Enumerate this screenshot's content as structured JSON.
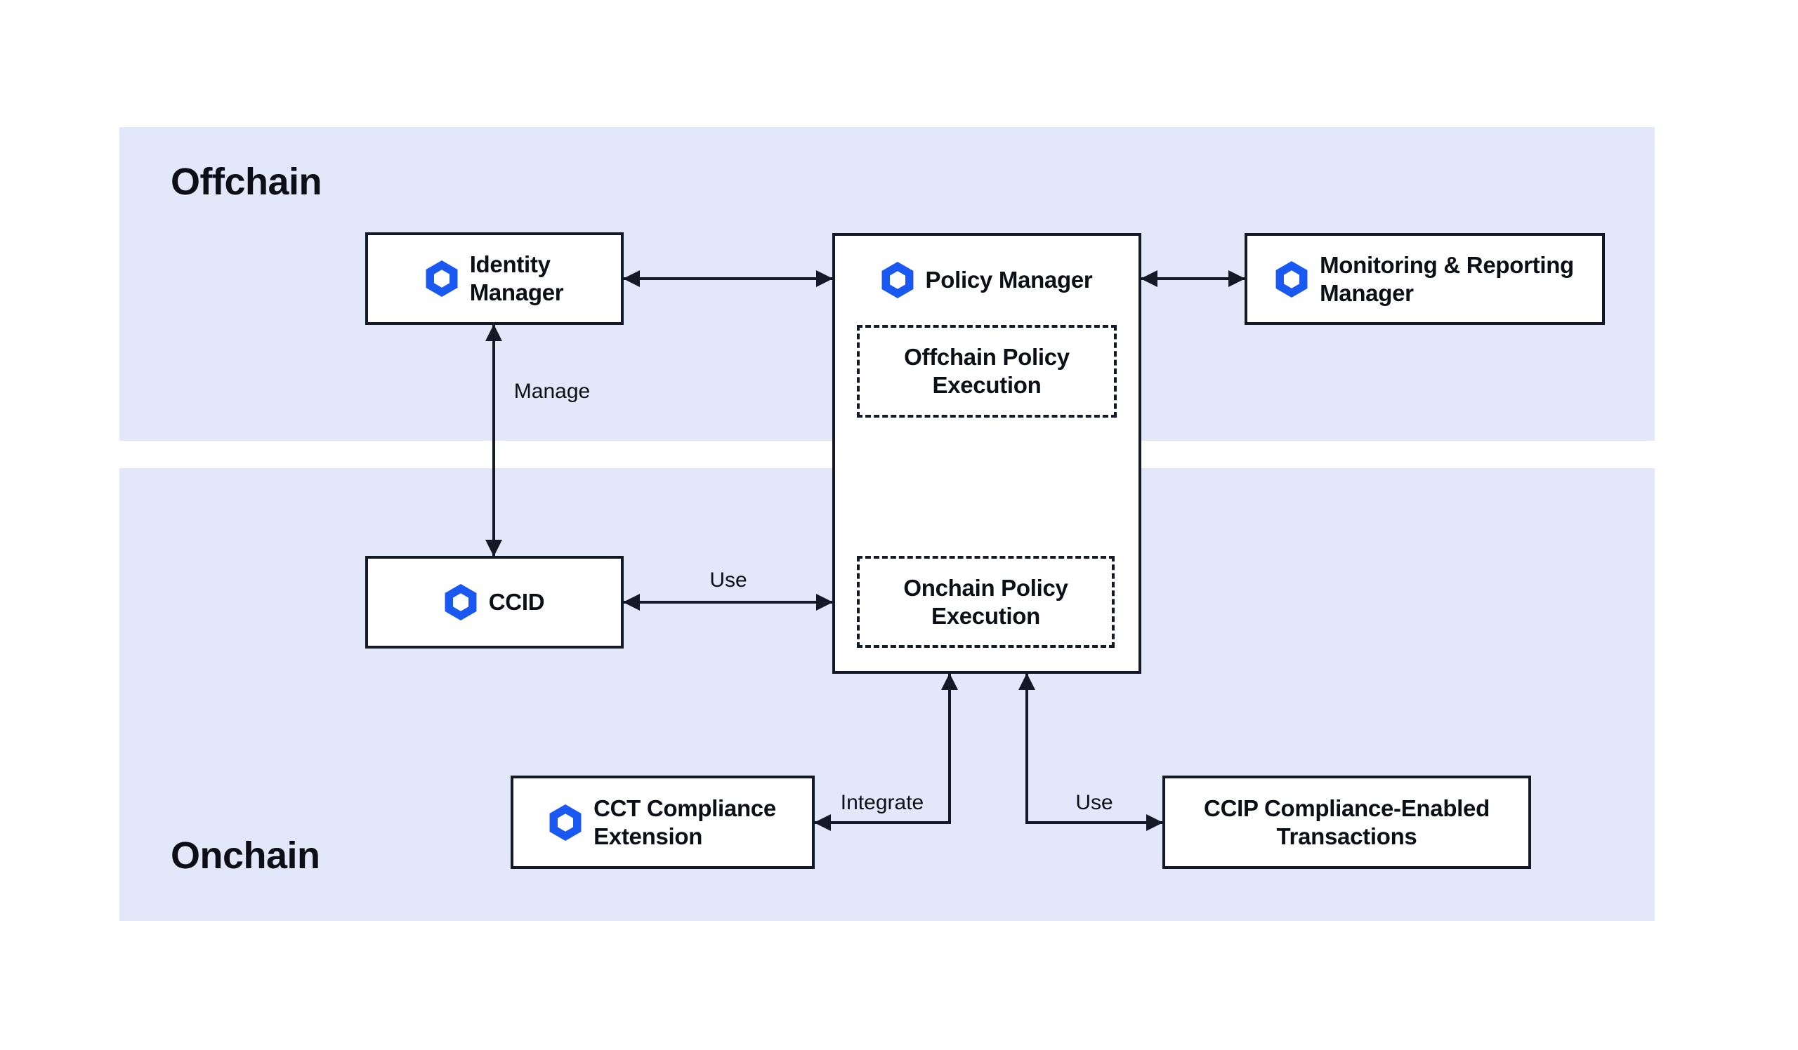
{
  "diagram": {
    "sections": [
      {
        "id": "offchain",
        "label": "Offchain"
      },
      {
        "id": "onchain",
        "label": "Onchain"
      }
    ],
    "nodes": {
      "identity_manager": {
        "icon": "chainlink-logo",
        "line1": "Identity",
        "line2": "Manager"
      },
      "policy_manager": {
        "icon": "chainlink-logo",
        "label": "Policy Manager"
      },
      "offchain_policy_execution": {
        "line1": "Offchain Policy",
        "line2": "Execution"
      },
      "onchain_policy_execution": {
        "line1": "Onchain Policy",
        "line2": "Execution"
      },
      "monitoring_manager": {
        "icon": "chainlink-logo",
        "line1": "Monitoring & Reporting",
        "line2": "Manager"
      },
      "ccid": {
        "icon": "chainlink-logo",
        "label": "CCID"
      },
      "cct_extension": {
        "icon": "chainlink-logo",
        "line1": "CCT Compliance",
        "line2": "Extension"
      },
      "ccip_transactions": {
        "line1": "CCIP Compliance-Enabled",
        "line2": "Transactions"
      }
    },
    "edge_labels": {
      "manage": "Manage",
      "use_ccid": "Use",
      "integrate": "Integrate",
      "use_ccip": "Use"
    },
    "colors": {
      "band": "#e3e7fa",
      "chainlink_blue": "#1a58f2",
      "stroke": "#141927",
      "text": "#0c0f16",
      "box_fill": "#ffffff",
      "page_bg": "#ffffff"
    }
  }
}
